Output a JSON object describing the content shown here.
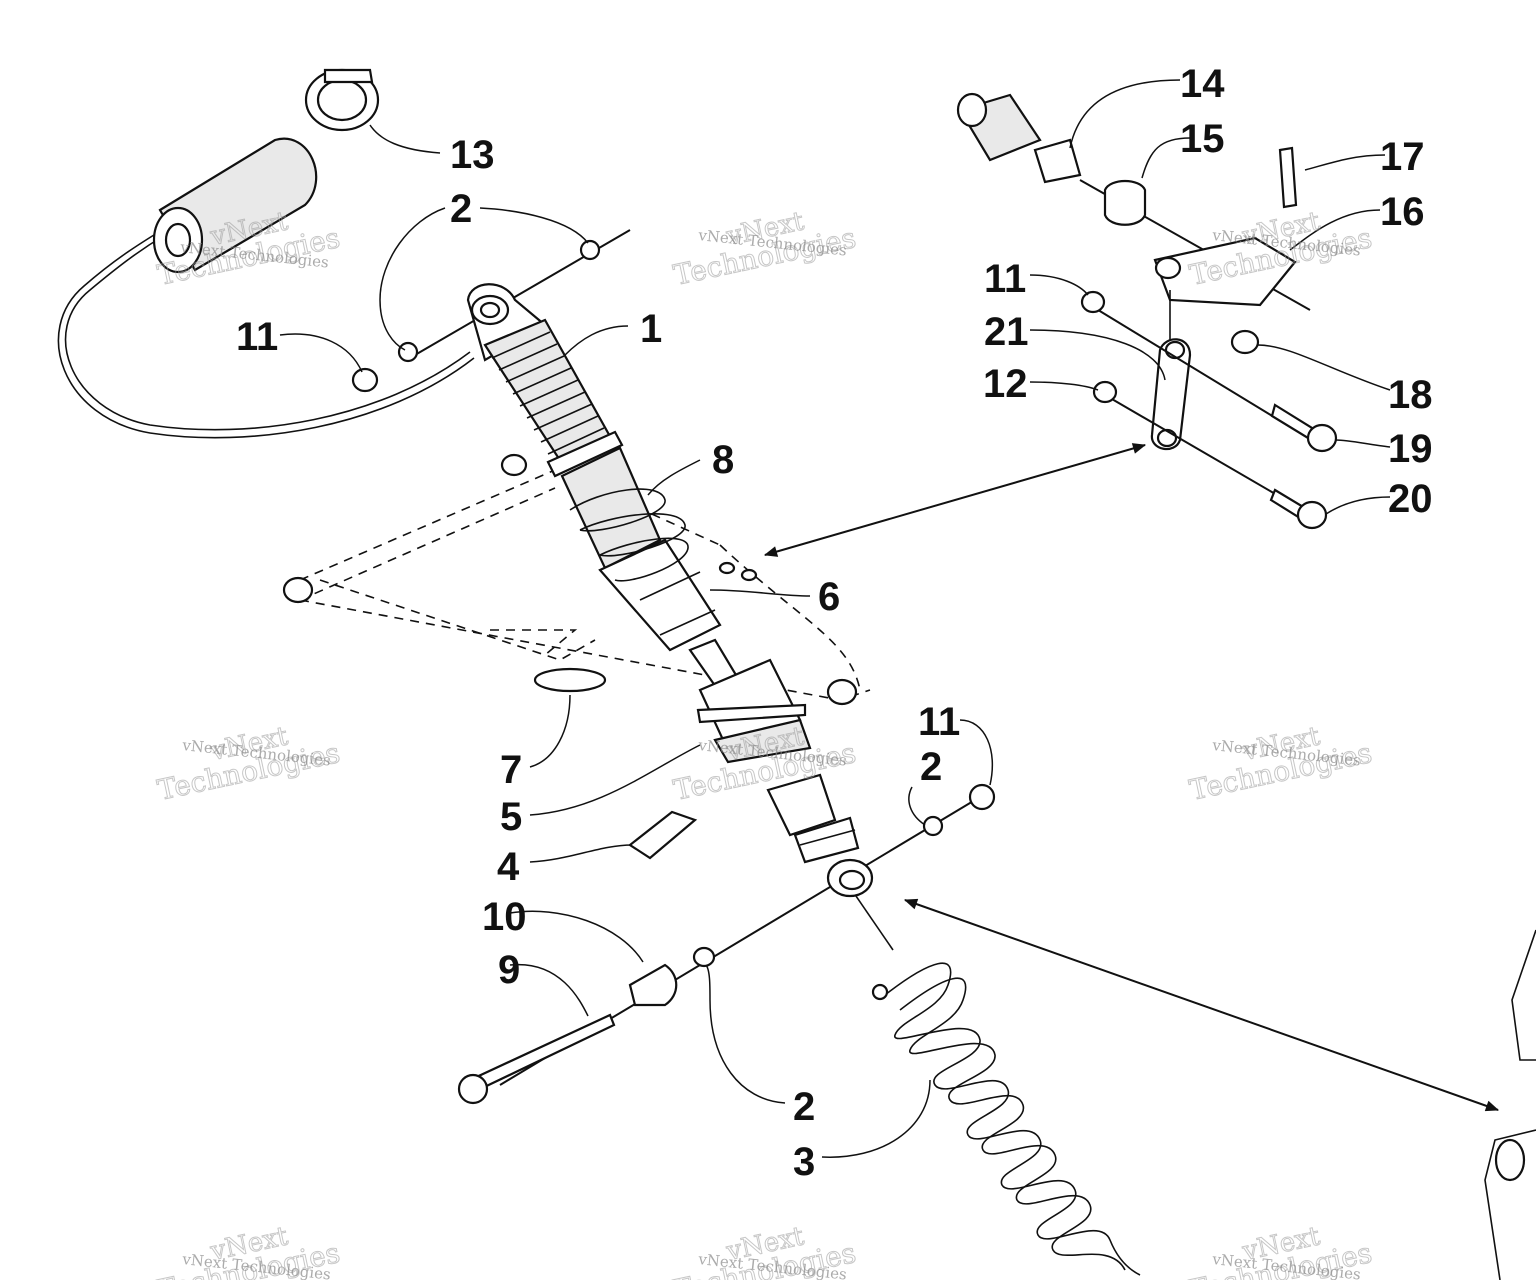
{
  "labels": {
    "n1": "1",
    "n2a": "2",
    "n2b": "2",
    "n2c": "2",
    "n3": "3",
    "n4": "4",
    "n5": "5",
    "n6": "6",
    "n7": "7",
    "n8": "8",
    "n9": "9",
    "n10": "10",
    "n11a": "11",
    "n11b": "11",
    "n11c": "11",
    "n12": "12",
    "n13": "13",
    "n14": "14",
    "n15": "15",
    "n16": "16",
    "n17": "17",
    "n18": "18",
    "n19": "19",
    "n20": "20",
    "n21": "21"
  },
  "watermark": {
    "small": "vNext Technologies",
    "big_top": "vNext",
    "big_bottom": "Technologies"
  },
  "colors": {
    "ink": "#111111",
    "watermark": "#9a9a9a",
    "background": "#ffffff"
  }
}
